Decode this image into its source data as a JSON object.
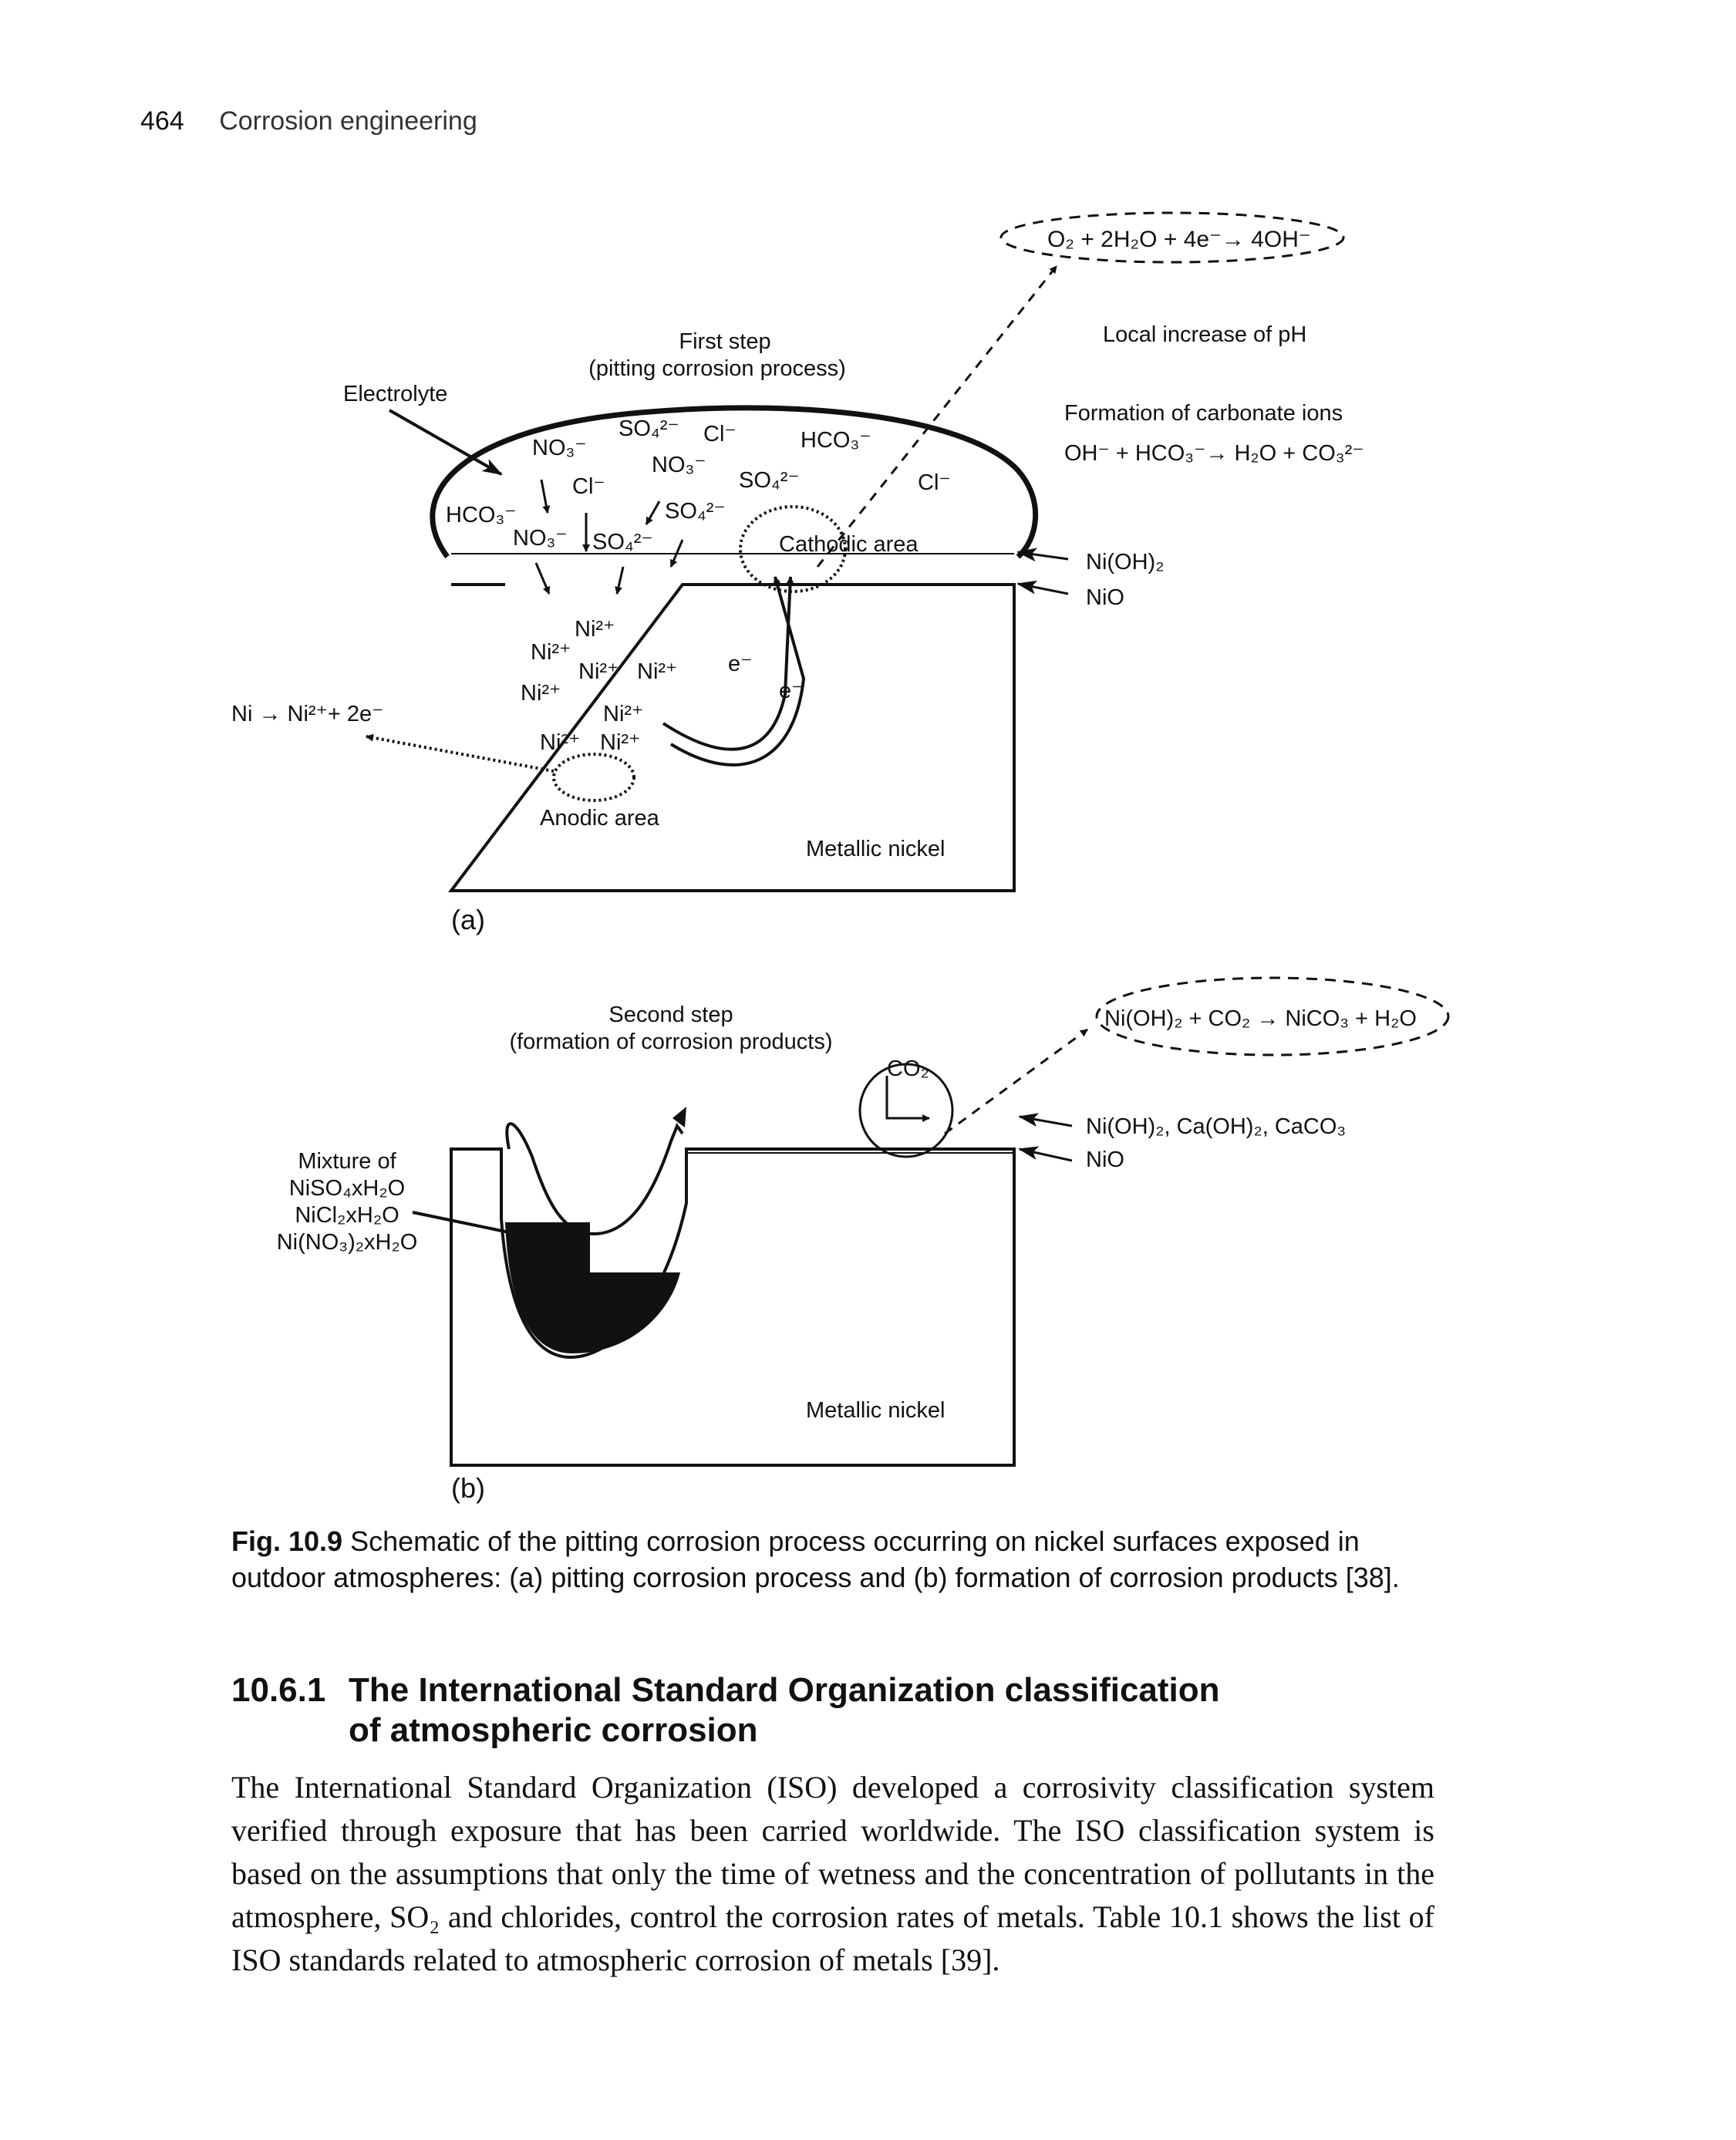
{
  "header": {
    "page_number": "464",
    "running_title": "Corrosion engineering"
  },
  "figure": {
    "panel_a": {
      "label": "(a)",
      "step_title": "First step",
      "step_subtitle": "(pitting corrosion process)",
      "electrolyte_label": "Electrolyte",
      "cathode_reaction": "O₂ + 2H₂O + 4e⁻→ 4OH⁻",
      "local_increase": "Local increase of pH",
      "formation_carbonate": "Formation of carbonate ions",
      "carbonate_reaction": "OH⁻ + HCO₃⁻→ H₂O + CO₃²⁻",
      "film_label_1": "Ni(OH)₂",
      "film_label_2": "NiO",
      "cathodic_area": "Cathodic area",
      "anodic_area": "Anodic area",
      "anode_reaction": "Ni → Ni²⁺+ 2e⁻",
      "metal_label": "Metallic nickel",
      "electron": "e⁻",
      "ions": {
        "so4": "SO₄²⁻",
        "cl": "Cl⁻",
        "no3": "NO₃⁻",
        "hco3": "HCO₃⁻",
        "ni": "Ni²⁺"
      }
    },
    "panel_b": {
      "label": "(b)",
      "step_title": "Second step",
      "step_subtitle": "(formation of corrosion products)",
      "reaction": "Ni(OH)₂ + CO₂ → NiCO₃ + H₂O",
      "co2": "CO₂",
      "products_1": "Ni(OH)₂, Ca(OH)₂, CaCO₃",
      "products_2": "NiO",
      "mixture_title": "Mixture of",
      "mixture_1": "NiSO₄xH₂O",
      "mixture_2": "NiCl₂xH₂O",
      "mixture_3": "Ni(NO₃)₂xH₂O",
      "metal_label": "Metallic nickel"
    }
  },
  "caption": {
    "label": "Fig. 10.9",
    "text": "Schematic of the pitting corrosion process occurring on nickel surfaces exposed in outdoor atmospheres: (a) pitting corrosion process and (b) formation of corrosion products [38]."
  },
  "section": {
    "number": "10.6.1",
    "title_line1": "The International Standard Organization classification",
    "title_line2": "of atmospheric corrosion"
  },
  "paragraph": "The International Standard Organization (ISO) developed a corrosivity classification system verified through exposure that has been carried worldwide. The ISO classification system is based on the assumptions that only the time of wetness and the concentration of pollutants in the atmosphere, SO₂ and chlorides, control the corrosion rates of metals. Table 10.1 shows the list of ISO standards related to atmospheric corrosion of metals [39]."
}
